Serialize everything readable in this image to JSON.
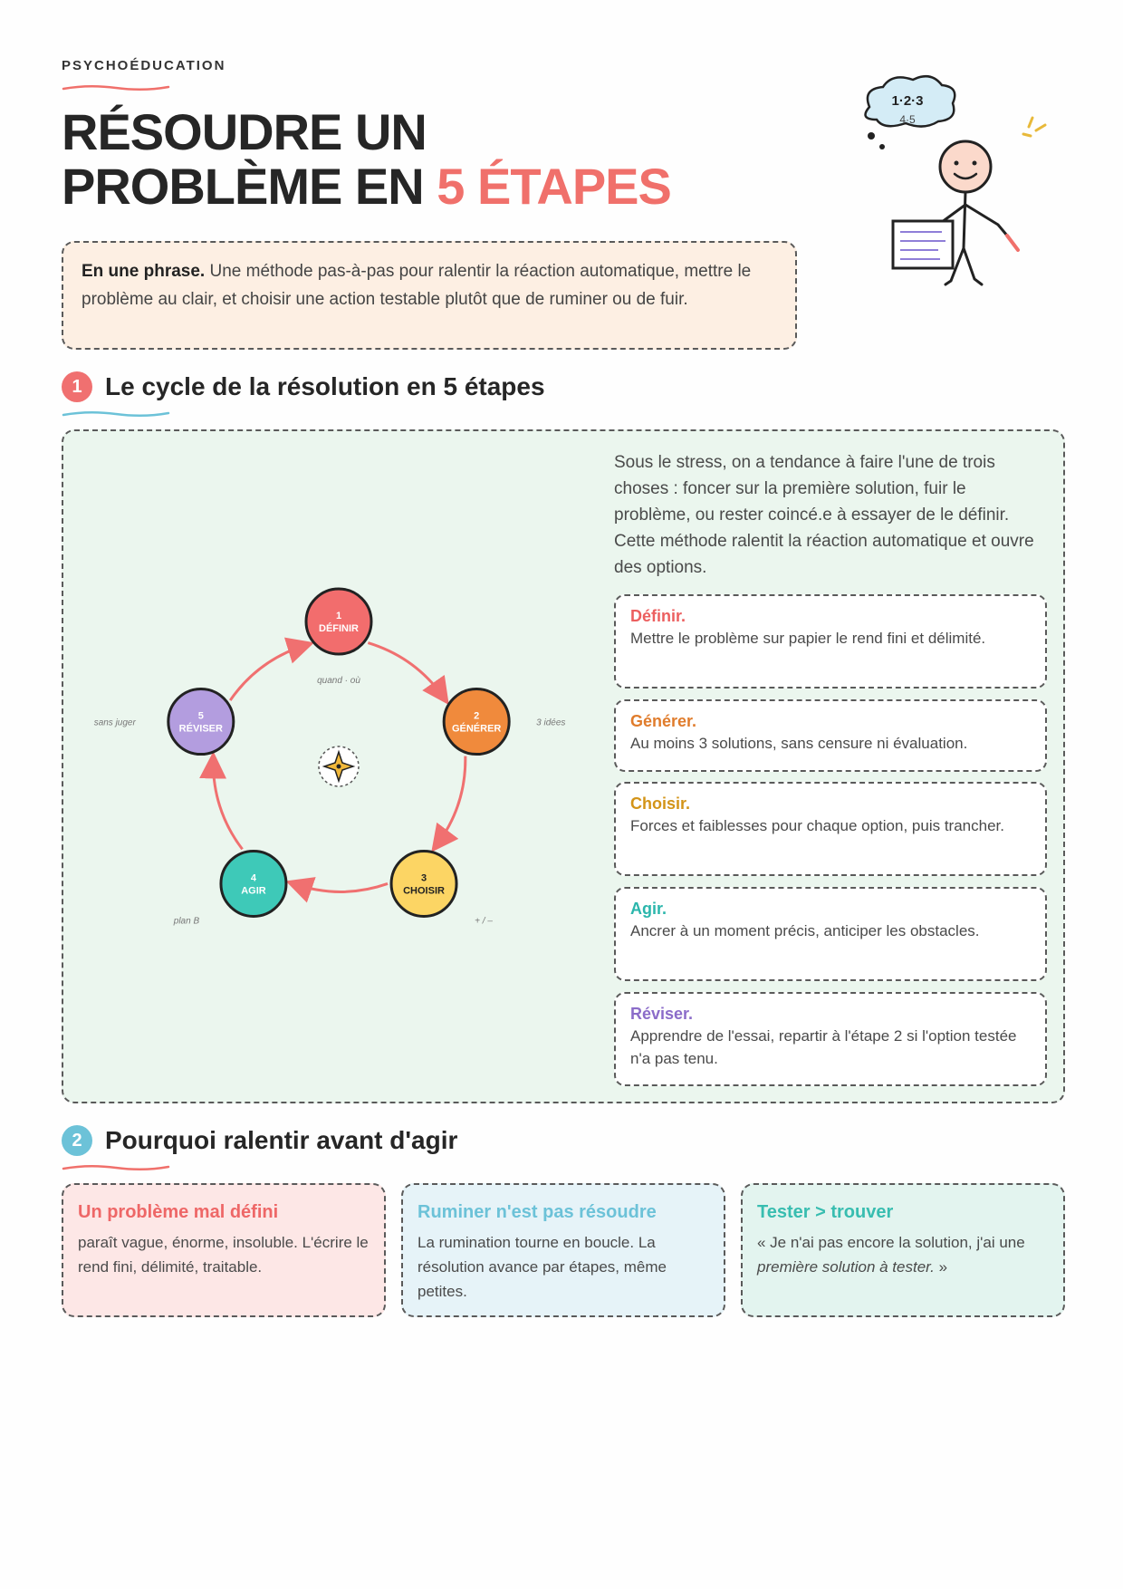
{
  "header": {
    "eyebrow": "PSYCHOÉDUCATION",
    "title_line1": "RÉSOUDRE UN",
    "title_line2_prefix": "PROBLÈME EN ",
    "title_line2_accent": "5 ÉTAPES"
  },
  "illustration": {
    "thought_line1": "1·2·3",
    "thought_line2": "4·5"
  },
  "intro": {
    "lead": "En une phrase.",
    "text": " Une méthode pas-à-pas pour ralentir la réaction automatique, mettre le problème au clair, et choisir une action testable plutôt que de ruminer ou de fuir."
  },
  "section1": {
    "number": "1",
    "title": "Le cycle de la résolution en 5 étapes",
    "description": "Sous le stress, on a tendance à faire l'une de trois choses : foncer sur la première solution, fuir le problème, ou rester coincé.e à essayer de le définir. Cette méthode ralentit la réaction automatique et ouvre des options.",
    "cycle": [
      {
        "num": "1",
        "label": "DÉFINIR",
        "hint": "quand · où",
        "color": "#f26d6d"
      },
      {
        "num": "2",
        "label": "GÉNÉRER",
        "hint": "3 idées",
        "color": "#f08a3c"
      },
      {
        "num": "3",
        "label": "CHOISIR",
        "hint": "+ / –",
        "color": "#fcd564"
      },
      {
        "num": "4",
        "label": "AGIR",
        "hint": "plan B",
        "color": "#3ec9b8"
      },
      {
        "num": "5",
        "label": "RÉVISER",
        "hint": "sans juger",
        "color": "#b39ddf"
      }
    ],
    "steps": [
      {
        "name": "Définir.",
        "desc": "Mettre le problème sur papier le rend fini et délimité.",
        "color": "#ec5f5f"
      },
      {
        "name": "Générer.",
        "desc": "Au moins 3 solutions, sans censure ni évaluation.",
        "color": "#e07c2c"
      },
      {
        "name": "Choisir.",
        "desc": "Forces et faiblesses pour chaque option, puis trancher.",
        "color": "#d39418"
      },
      {
        "name": "Agir.",
        "desc": "Ancrer à un moment précis, anticiper les obstacles.",
        "color": "#2bb6ac"
      },
      {
        "name": "Réviser.",
        "desc": "Apprendre de l'essai, repartir à l'étape 2 si l'option testée n'a pas tenu.",
        "color": "#8b6cc9"
      }
    ]
  },
  "section2": {
    "number": "2",
    "title": "Pourquoi ralentir avant d'agir",
    "cards": [
      {
        "title": "Un problème mal défini",
        "text": "paraît vague, énorme, insoluble. L'écrire le rend fini, délimité, traitable.",
        "title_color": "#ee6767",
        "bg": "#fde7e6"
      },
      {
        "title": "Ruminer n'est pas résoudre",
        "text": "La rumination tourne en boucle. La résolution avance par étapes, même petites.",
        "title_color": "#6cc2d8",
        "bg": "#e6f3f8"
      },
      {
        "title": "Tester > trouver",
        "text_prefix": "« Je n'ai pas encore la solution, j'ai une ",
        "text_em": "première solution à tester.",
        "text_suffix": " »",
        "title_color": "#38bdb0",
        "bg": "#e3f4ef"
      }
    ]
  },
  "colors": {
    "accent": "#f0706b",
    "section1_badge": "#f07070",
    "section2_badge": "#6cc2d8",
    "panel_bg": "#ebf6ee",
    "intro_bg": "#fdefe3"
  }
}
